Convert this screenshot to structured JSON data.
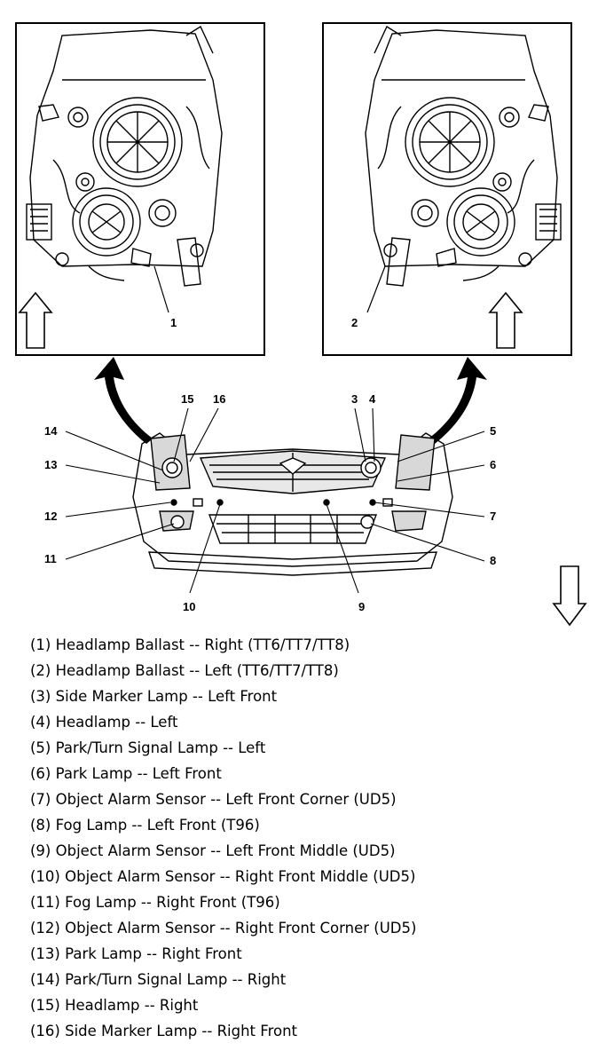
{
  "callouts": {
    "c1": "1",
    "c2": "2",
    "c3": "3",
    "c4": "4",
    "c5": "5",
    "c6": "6",
    "c7": "7",
    "c8": "8",
    "c9": "9",
    "c10": "10",
    "c11": "11",
    "c12": "12",
    "c13": "13",
    "c14": "14",
    "c15": "15",
    "c16": "16"
  },
  "legend": [
    {
      "num": "(1)",
      "text": "Headlamp Ballast -- Right (TT6/TT7/TT8)"
    },
    {
      "num": "(2)",
      "text": "Headlamp Ballast -- Left (TT6/TT7/TT8)"
    },
    {
      "num": "(3)",
      "text": "Side Marker Lamp -- Left Front"
    },
    {
      "num": "(4)",
      "text": "Headlamp -- Left"
    },
    {
      "num": "(5)",
      "text": "Park/Turn Signal Lamp -- Left"
    },
    {
      "num": "(6)",
      "text": "Park Lamp -- Left Front"
    },
    {
      "num": "(7)",
      "text": "Object Alarm Sensor -- Left Front Corner (UD5)"
    },
    {
      "num": "(8)",
      "text": "Fog Lamp -- Left Front (T96)"
    },
    {
      "num": "(9)",
      "text": "Object Alarm Sensor -- Left Front Middle (UD5)"
    },
    {
      "num": "(10)",
      "text": "Object Alarm Sensor -- Right Front Middle (UD5)"
    },
    {
      "num": "(11)",
      "text": "Fog Lamp -- Right Front (T96)"
    },
    {
      "num": "(12)",
      "text": "Object Alarm Sensor -- Right Front Corner (UD5)"
    },
    {
      "num": "(13)",
      "text": "Park Lamp -- Right Front"
    },
    {
      "num": "(14)",
      "text": "Park/Turn Signal Lamp -- Right"
    },
    {
      "num": "(15)",
      "text": "Headlamp -- Right"
    },
    {
      "num": "(16)",
      "text": "Side Marker Lamp -- Right Front"
    }
  ]
}
